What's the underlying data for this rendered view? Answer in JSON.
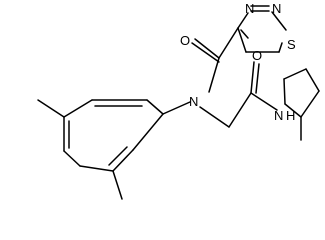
{
  "diagram": {
    "atoms": {
      "n_thiadiazole_1": "N",
      "n_thiadiazole_2": "N",
      "s_thiadiazole": "S",
      "o_carbonyl_top": "O",
      "n_amide_central": "N",
      "o_carbonyl_side": "O",
      "n_amide_side": "N",
      "h_amide_side": "H"
    }
  }
}
